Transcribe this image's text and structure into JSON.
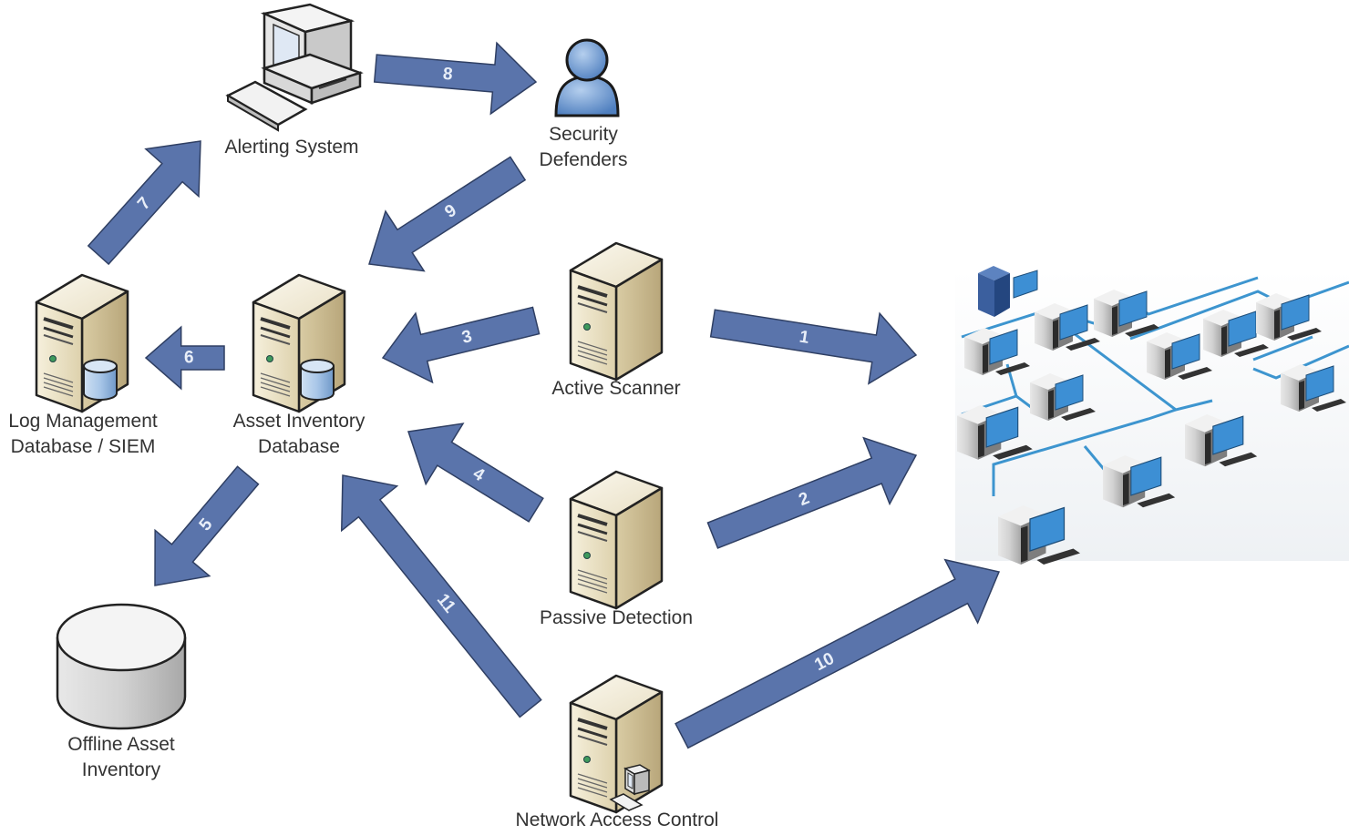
{
  "diagram": {
    "colors": {
      "arrow_fill": "#5a74ab",
      "arrow_stroke": "#2f3f63",
      "arrow_number": "#e8eef8",
      "server_body": "#e6dcc0",
      "server_side": "#cdbf96",
      "network_cable": "#3d95cf",
      "monitor_screen": "#3a8fd6",
      "label_text": "#333333"
    },
    "nodes": [
      {
        "id": "alerting-system",
        "lines": [
          "Alerting System"
        ],
        "icon": "workstation-icon"
      },
      {
        "id": "security-defenders",
        "lines": [
          "Security",
          "Defenders"
        ],
        "icon": "user-icon"
      },
      {
        "id": "log-management",
        "lines": [
          "Log Management",
          "Database / SIEM"
        ],
        "icon": "database-server-icon"
      },
      {
        "id": "asset-inventory",
        "lines": [
          "Asset Inventory",
          "Database"
        ],
        "icon": "database-server-icon"
      },
      {
        "id": "active-scanner",
        "lines": [
          "Active Scanner"
        ],
        "icon": "server-icon"
      },
      {
        "id": "passive-detection",
        "lines": [
          "Passive Detection"
        ],
        "icon": "server-icon"
      },
      {
        "id": "network-access-control",
        "lines": [
          "Network Access Control"
        ],
        "icon": "server-with-workstation-icon"
      },
      {
        "id": "offline-asset-inventory",
        "lines": [
          "Offline Asset",
          "Inventory"
        ],
        "icon": "storage-cylinder-icon"
      },
      {
        "id": "enterprise-network",
        "lines": [],
        "icon": "network-computers-icon"
      }
    ],
    "arrows": [
      {
        "number": "1",
        "from": "active-scanner",
        "to": "enterprise-network"
      },
      {
        "number": "2",
        "from": "passive-detection",
        "to": "enterprise-network"
      },
      {
        "number": "3",
        "from": "active-scanner",
        "to": "asset-inventory"
      },
      {
        "number": "4",
        "from": "passive-detection",
        "to": "asset-inventory"
      },
      {
        "number": "5",
        "from": "asset-inventory",
        "to": "offline-asset-inventory"
      },
      {
        "number": "6",
        "from": "asset-inventory",
        "to": "log-management"
      },
      {
        "number": "7",
        "from": "log-management",
        "to": "alerting-system"
      },
      {
        "number": "8",
        "from": "alerting-system",
        "to": "security-defenders"
      },
      {
        "number": "9",
        "from": "security-defenders",
        "to": "asset-inventory"
      },
      {
        "number": "10",
        "from": "network-access-control",
        "to": "enterprise-network"
      },
      {
        "number": "11",
        "from": "network-access-control",
        "to": "asset-inventory"
      }
    ]
  }
}
